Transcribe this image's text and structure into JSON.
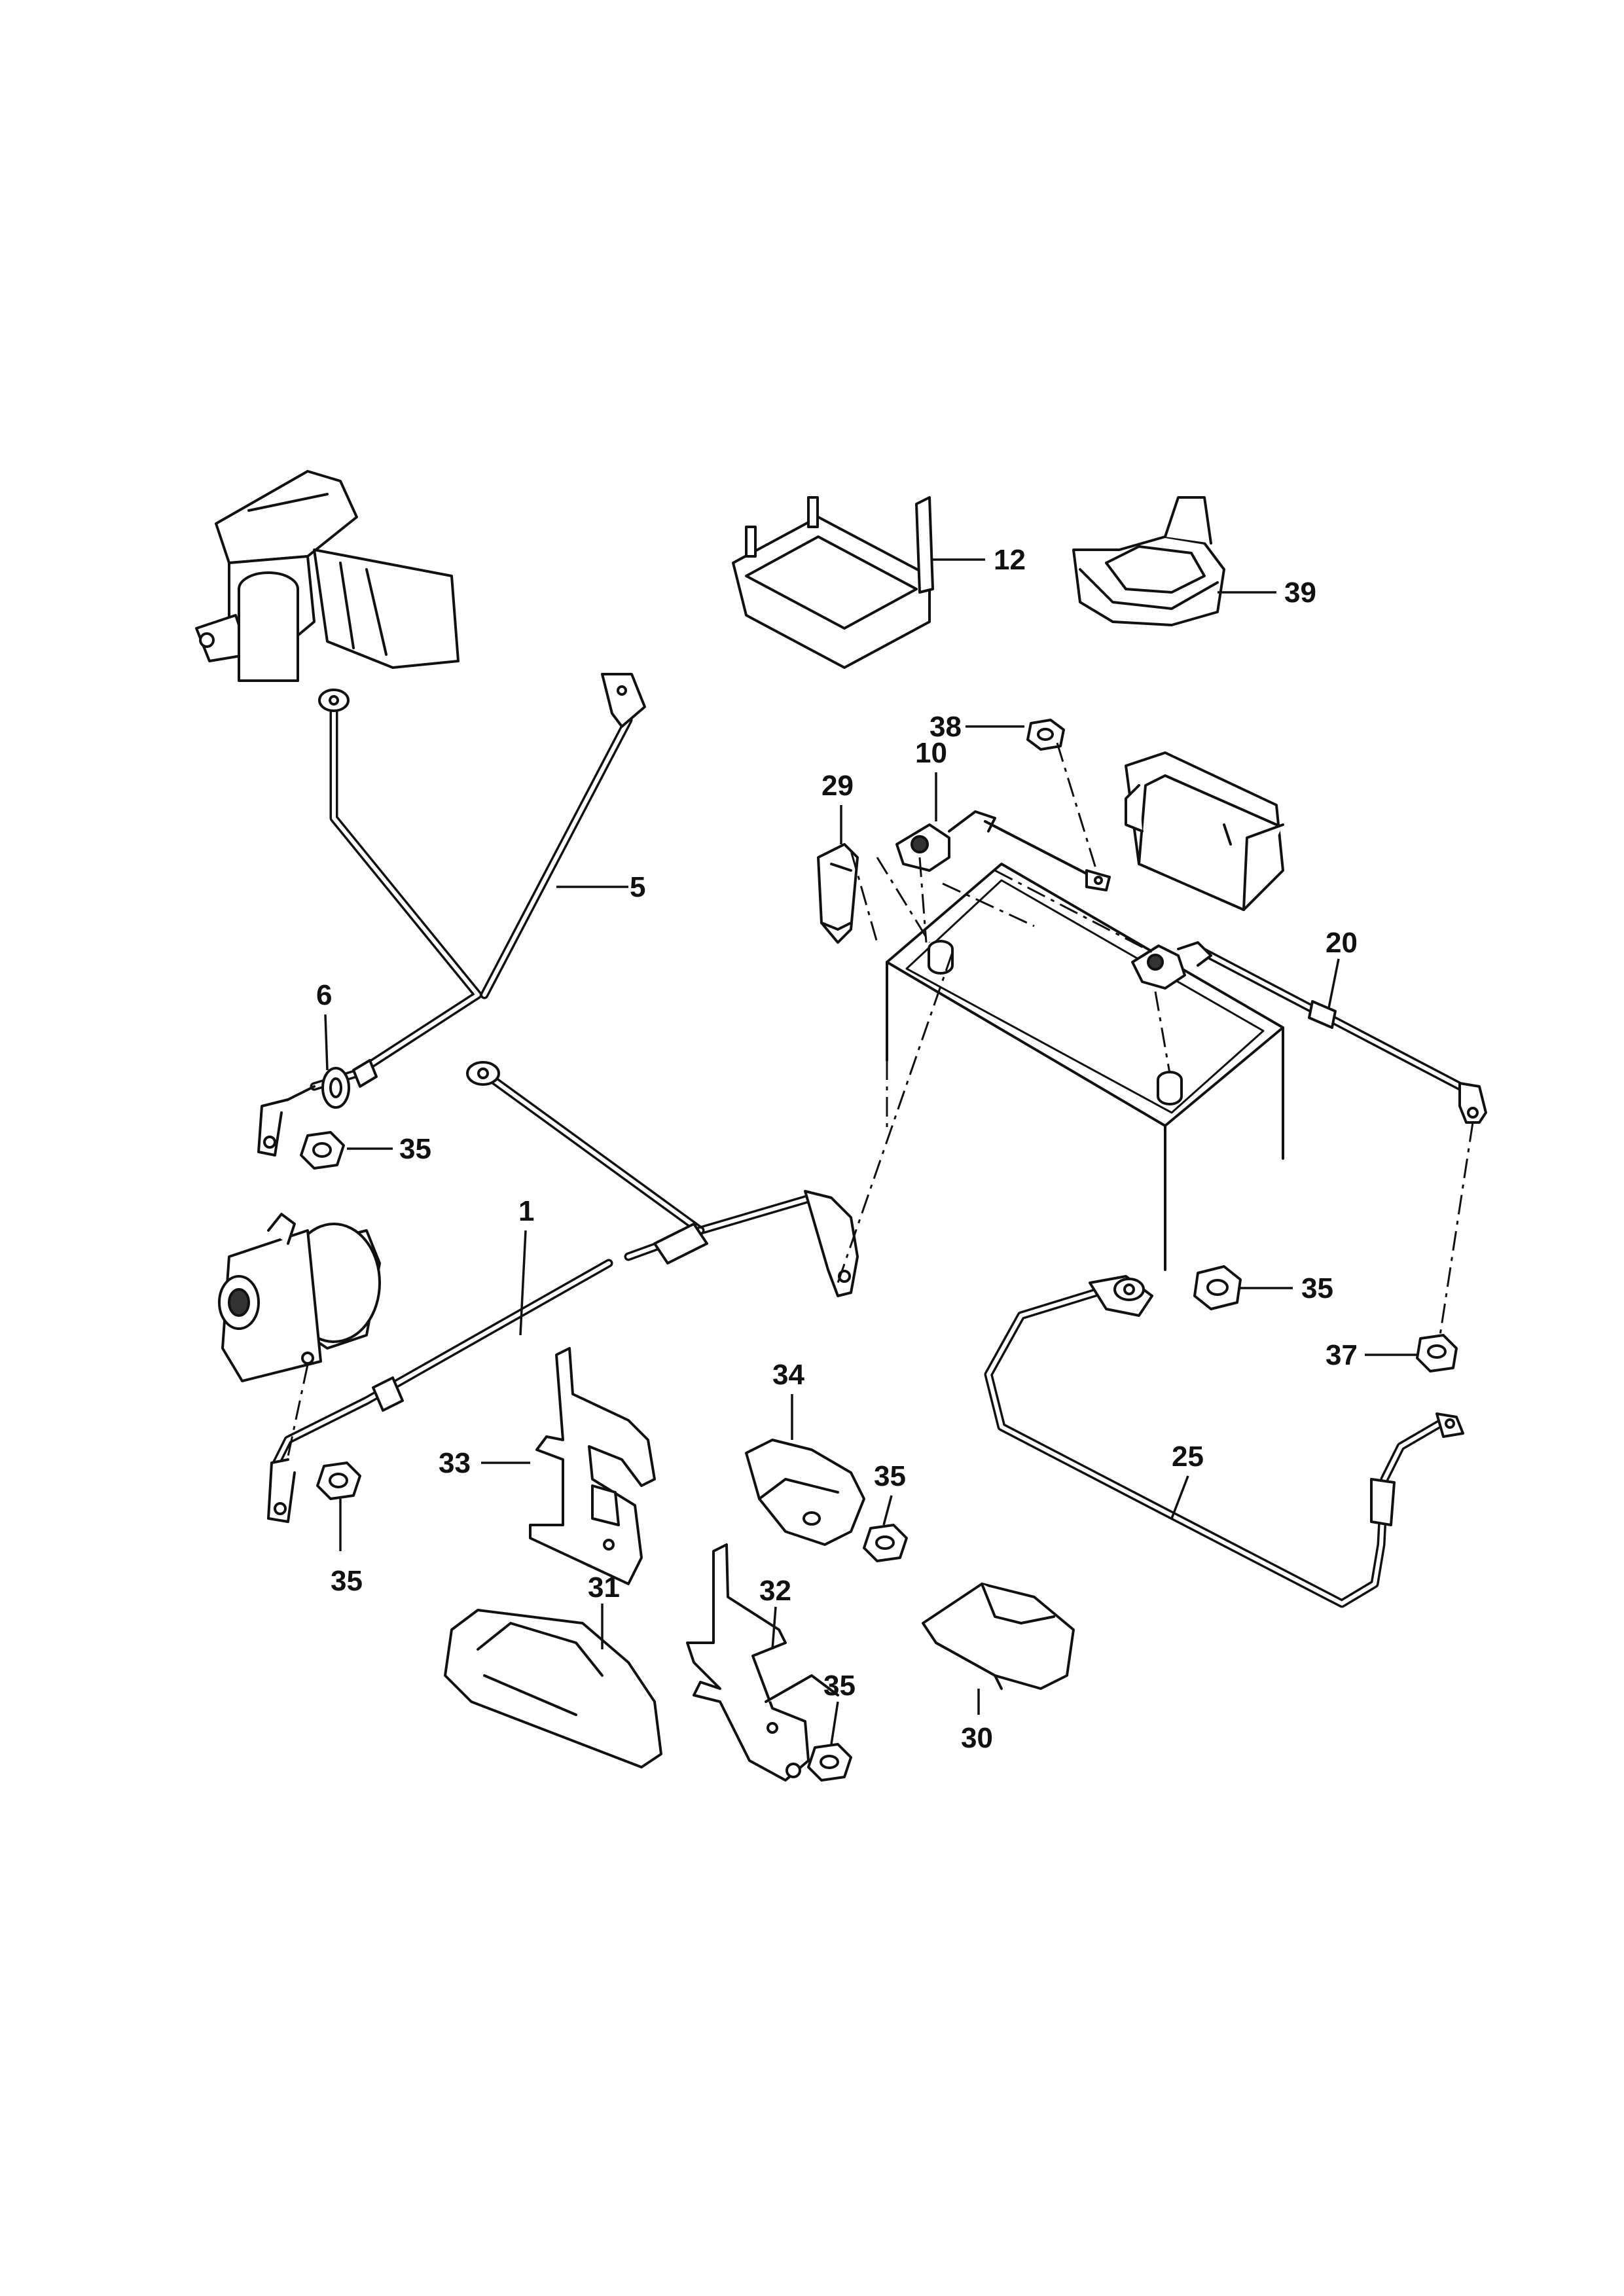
{
  "callouts": {
    "c1": "1",
    "c5": "5",
    "c6": "6",
    "c10": "10",
    "c12": "12",
    "c20": "20",
    "c25": "25",
    "c29": "29",
    "c30": "30",
    "c31": "31",
    "c32": "32",
    "c33": "33",
    "c34": "34",
    "c35a": "35",
    "c35b": "35",
    "c35c": "35",
    "c35d": "35",
    "c35e": "35",
    "c37": "37",
    "c38": "38",
    "c39": "39"
  }
}
